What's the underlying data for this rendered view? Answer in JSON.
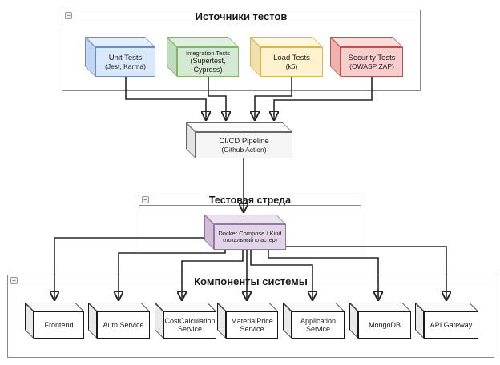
{
  "ui": {
    "collapse_glyph": "−"
  },
  "containers": {
    "sources": {
      "title": "Источники тестов"
    },
    "env": {
      "title": "Тестовая стреда"
    },
    "components": {
      "title": "Компоненты системы"
    }
  },
  "nodes": {
    "unit": {
      "line1": "Unit Tests",
      "line2": "(Jest, Karma)"
    },
    "integration": {
      "line1": "Integration Tests",
      "line2": "(Supertest, Cypress)"
    },
    "load": {
      "line1": "Load Tests",
      "line2": "(k6)"
    },
    "security": {
      "line1": "Security Tests",
      "line2": "(OWASP ZAP)"
    },
    "pipeline": {
      "line1": "CI/CD Pipeline",
      "line2": "(Github Action)"
    },
    "docker": {
      "line1": "Docker Compose / Kind",
      "line2": "(локальный кластер)"
    },
    "frontend": {
      "line1": "Frontend",
      "line2": ""
    },
    "auth": {
      "line1": "Auth Service",
      "line2": ""
    },
    "cost": {
      "line1": "CostCalculation Service",
      "line2": ""
    },
    "material": {
      "line1": "MaterialPrice Service",
      "line2": ""
    },
    "app": {
      "line1": "Application Service",
      "line2": ""
    },
    "mongo": {
      "line1": "MongoDB",
      "line2": ""
    },
    "api": {
      "line1": "API Gateway",
      "line2": ""
    }
  },
  "palette": {
    "unit_fill": "#dae8fc",
    "unit_stroke": "#6c8ebf",
    "integration_fill": "#d5e8d4",
    "integration_stroke": "#82b366",
    "load_fill": "#fff2cc",
    "load_stroke": "#d6b656",
    "security_fill": "#f8cecc",
    "security_stroke": "#b85450",
    "pipeline_fill": "#f5f5f5",
    "pipeline_stroke": "#666666",
    "docker_fill": "#e1d5e7",
    "docker_stroke": "#9673a6",
    "component_fill": "#ffffff",
    "component_stroke": "#1a1a1a",
    "edge_stroke": "#262626",
    "container_stroke": "#8a8a8a"
  },
  "edges": [
    {
      "from": "unit",
      "to": "pipeline"
    },
    {
      "from": "integration",
      "to": "pipeline"
    },
    {
      "from": "load",
      "to": "pipeline"
    },
    {
      "from": "security",
      "to": "pipeline"
    },
    {
      "from": "pipeline",
      "to": "docker"
    },
    {
      "from": "docker",
      "to": "frontend"
    },
    {
      "from": "docker",
      "to": "auth"
    },
    {
      "from": "docker",
      "to": "cost"
    },
    {
      "from": "docker",
      "to": "material"
    },
    {
      "from": "docker",
      "to": "app"
    },
    {
      "from": "docker",
      "to": "mongo"
    },
    {
      "from": "docker",
      "to": "api"
    }
  ]
}
